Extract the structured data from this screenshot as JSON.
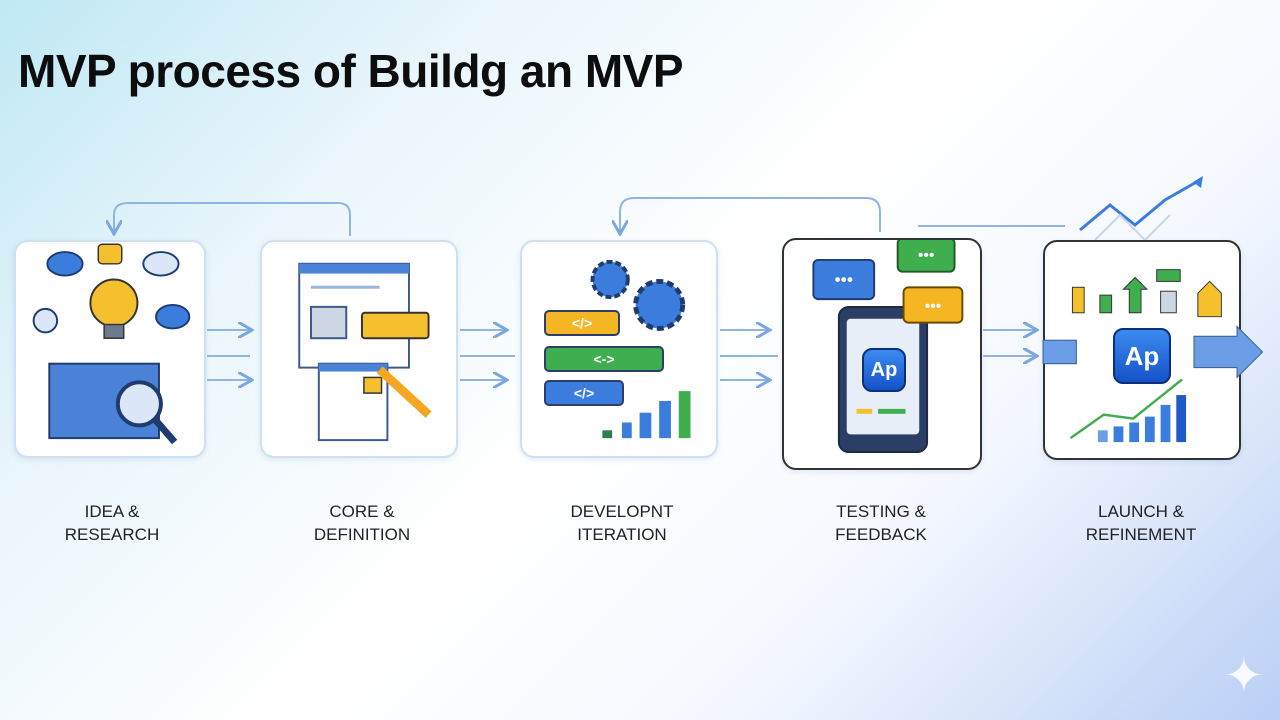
{
  "title": "MVP process of Buildg an MVP",
  "steps": [
    {
      "line1": "IDEA &",
      "line2": "RESEARCH"
    },
    {
      "line1": "CORE &",
      "line2": "DEFINITION"
    },
    {
      "line1": "DEVELOPNT",
      "line2": "ITERATION"
    },
    {
      "line1": "TESTING &",
      "line2": "FEEDBACK"
    },
    {
      "line1": "LAUNCH &",
      "line2": "REFINEMENT"
    }
  ],
  "illustrations": {
    "code_tag_1": "</>",
    "code_tag_2": "<->",
    "code_tag_3": "</>",
    "app_icon_testing": "Ap",
    "app_icon_launch": "Ap",
    "chat_dots": "•••"
  },
  "colors": {
    "accent_blue": "#3b7ddd",
    "yellow": "#f5c02e",
    "green": "#3fae4f",
    "card_border": "#cfe0f2"
  }
}
